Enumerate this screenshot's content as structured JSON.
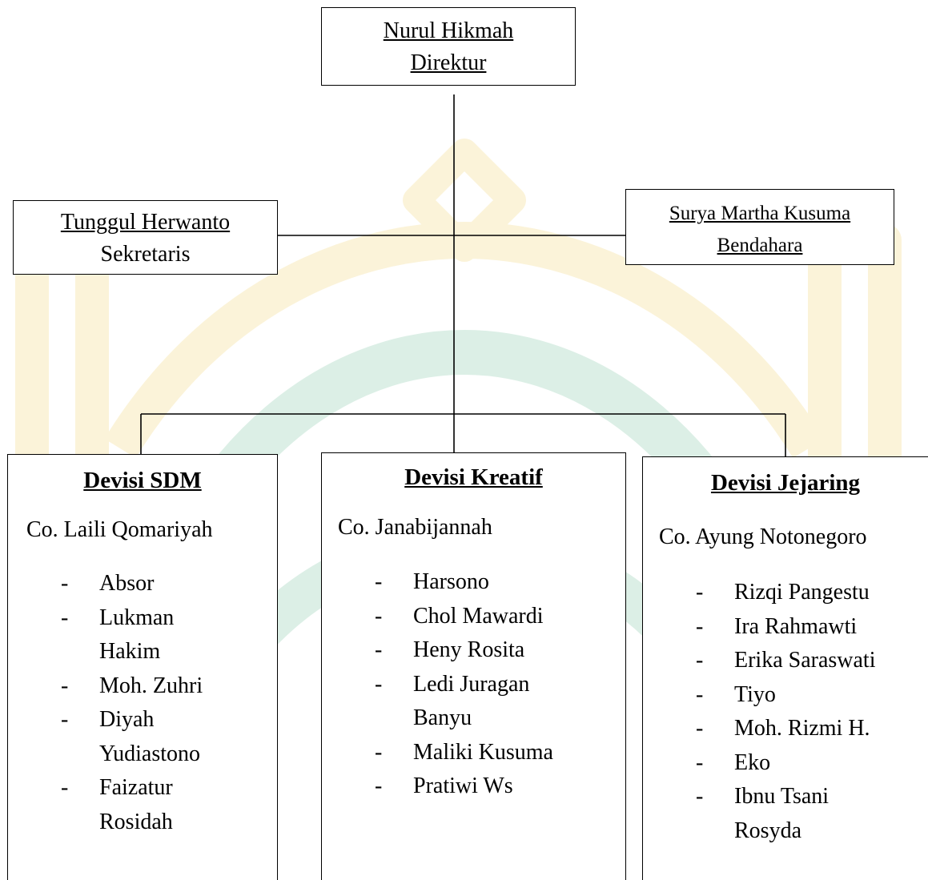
{
  "director": {
    "name": "Nurul Hikmah",
    "role": "Direktur"
  },
  "secretary": {
    "name": "Tunggul Herwanto",
    "role": "Sekretaris"
  },
  "treasurer": {
    "name": "Surya Martha Kusuma",
    "role": "Bendahara"
  },
  "divisions": [
    {
      "title": "Devisi SDM",
      "coordinator": "Co. Laili Qomariyah",
      "members": [
        {
          "dash": "-",
          "name": "Lukman Hakim"
        },
        {
          "dash": "-",
          "name": "Absor"
        },
        {
          "dash": "-",
          "name": "Moh. Zuhri"
        },
        {
          "dash": "-",
          "name": "Diyah Yudiastono"
        },
        {
          "dash": "-",
          "name": "Faizatur Rosidah"
        }
      ]
    },
    {
      "title": "Devisi Kreatif",
      "coordinator": "Co. Janabijannah",
      "members": [
        {
          "dash": "-",
          "name": "Harsono"
        },
        {
          "dash": "-",
          "name": "Chol Mawardi"
        },
        {
          "dash": "-",
          "name": "Heny Rosita"
        },
        {
          "dash": "-",
          "name": "Ledi Juragan Banyu"
        },
        {
          "dash": "-",
          "name": "Maliki Kusuma"
        },
        {
          "dash": "-",
          "name": "Pratiwi Ws"
        }
      ]
    },
    {
      "title": "Devisi Jejaring",
      "coordinator": "Co. Ayung Notonegoro",
      "members": [
        {
          "dash": "-",
          "name": "Rizqi Pangestu"
        },
        {
          "dash": "-",
          "name": "Ira Rahmawti"
        },
        {
          "dash": "-",
          "name": "Erika Saraswati"
        },
        {
          "dash": "-",
          "name": "Tiyo"
        },
        {
          "dash": "-",
          "name": "Moh. Rizmi H."
        },
        {
          "dash": "-",
          "name": "Eko"
        },
        {
          "dash": "-",
          "name": "Ibnu Tsani Rosyda"
        }
      ]
    }
  ],
  "colors": {
    "watermark_gold": "#fbf3d9",
    "watermark_green": "#dcefe6",
    "line": "#000000"
  }
}
